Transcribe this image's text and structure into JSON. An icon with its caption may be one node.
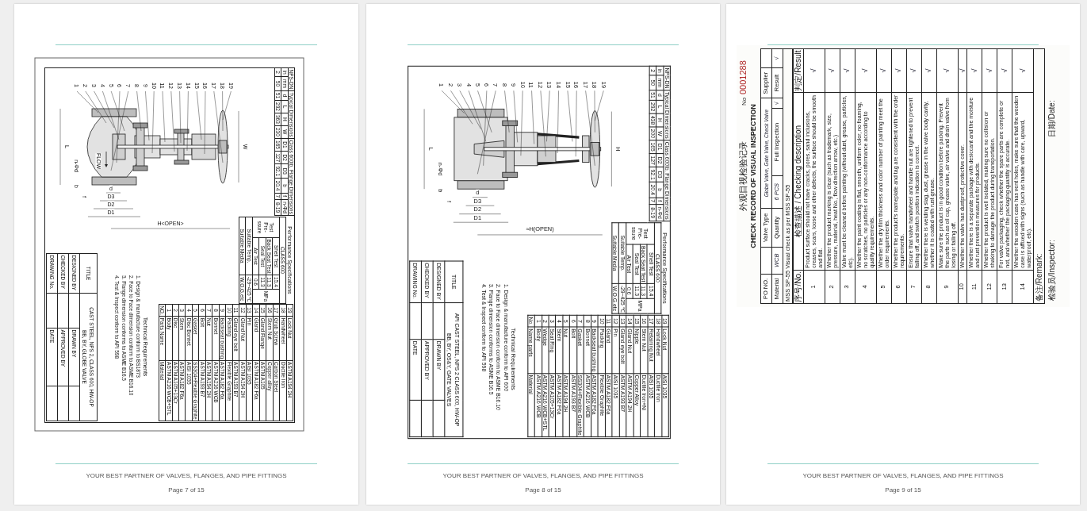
{
  "diagram": {
    "nodes": [
      {
        "text": [
          "1"
        ]
      },
      {
        "text": [
          "2"
        ]
      },
      {
        "text": [
          "3"
        ]
      },
      {
        "text": [
          "4"
        ]
      },
      {
        "text": [
          "5"
        ]
      },
      {
        "text": [
          "6"
        ]
      },
      {
        "text": [
          "7"
        ]
      },
      {
        "text": [
          "8"
        ]
      },
      {
        "text": [
          "9"
        ]
      },
      {
        "text": [
          "10"
        ]
      },
      {
        "text": [
          "11"
        ]
      },
      {
        "text": [
          "12"
        ]
      },
      {
        "text": [
          "13"
        ]
      },
      {
        "text": [
          "14"
        ]
      },
      {
        "text": [
          "15"
        ]
      },
      {
        "text": [
          "16"
        ]
      },
      {
        "text": [
          "17"
        ]
      },
      {
        "text": [
          "18"
        ]
      },
      {
        "text": [
          "19"
        ]
      },
      {
        "text": [
          "1"
        ]
      },
      {
        "text": [
          "2"
        ]
      },
      {
        "text": [
          "3"
        ]
      },
      {
        "text": [
          "4"
        ]
      },
      {
        "text": [
          "5"
        ]
      },
      {
        "text": [
          "6"
        ]
      },
      {
        "text": [
          "7"
        ]
      },
      {
        "text": [
          "8"
        ]
      },
      {
        "text": [
          "9"
        ]
      },
      {
        "text": [
          "10"
        ]
      },
      {
        "text": [
          "11"
        ]
      },
      {
        "text": [
          "12"
        ]
      },
      {
        "text": [
          "13"
        ]
      },
      {
        "text": [
          "14"
        ]
      },
      {
        "text": [
          "15"
        ]
      },
      {
        "text": [
          "16"
        ]
      },
      {
        "text": [
          "17"
        ]
      },
      {
        "text": [
          "18"
        ]
      },
      {
        "text": [
          "19"
        ]
      }
    ],
    "edges": [
      {
        "from": 0,
        "to": null,
        "arrow": "none"
      },
      {
        "from": 1,
        "to": null,
        "arrow": "none"
      },
      {
        "from": 2,
        "to": null,
        "arrow": "none"
      },
      {
        "from": 3,
        "to": null,
        "arrow": "none"
      },
      {
        "from": 4,
        "to": null,
        "arrow": "none"
      },
      {
        "from": 5,
        "to": null,
        "arrow": "none"
      },
      {
        "from": 6,
        "to": null,
        "arrow": "none"
      },
      {
        "from": 7,
        "to": null,
        "arrow": "none"
      },
      {
        "from": 8,
        "to": null,
        "arrow": "none"
      },
      {
        "from": 9,
        "to": null,
        "arrow": "none"
      },
      {
        "from": 10,
        "to": null,
        "arrow": "none"
      },
      {
        "from": 11,
        "to": null,
        "arrow": "none"
      },
      {
        "from": 12,
        "to": null,
        "arrow": "none"
      },
      {
        "from": 13,
        "to": null,
        "arrow": "none"
      },
      {
        "from": 14,
        "to": null,
        "arrow": "none"
      },
      {
        "from": 15,
        "to": null,
        "arrow": "none"
      },
      {
        "from": 16,
        "to": null,
        "arrow": "none"
      },
      {
        "from": 17,
        "to": null,
        "arrow": "none"
      },
      {
        "from": 18,
        "to": null,
        "arrow": "none"
      },
      {
        "from": 19,
        "to": null,
        "arrow": "none"
      },
      {
        "from": 20,
        "to": null,
        "arrow": "none"
      },
      {
        "from": 21,
        "to": null,
        "arrow": "none"
      },
      {
        "from": 22,
        "to": null,
        "arrow": "none"
      },
      {
        "from": 23,
        "to": null,
        "arrow": "none"
      },
      {
        "from": 24,
        "to": null,
        "arrow": "none"
      },
      {
        "from": 25,
        "to": null,
        "arrow": "none"
      },
      {
        "from": 26,
        "to": null,
        "arrow": "none"
      },
      {
        "from": 27,
        "to": null,
        "arrow": "none"
      },
      {
        "from": 28,
        "to": null,
        "arrow": "none"
      },
      {
        "from": 29,
        "to": null,
        "arrow": "none"
      },
      {
        "from": 30,
        "to": null,
        "arrow": "none"
      },
      {
        "from": 31,
        "to": null,
        "arrow": "none"
      },
      {
        "from": 32,
        "to": null,
        "arrow": "none"
      },
      {
        "from": 33,
        "to": null,
        "arrow": "none"
      },
      {
        "from": 34,
        "to": null,
        "arrow": "none"
      },
      {
        "from": 35,
        "to": null,
        "arrow": "none"
      },
      {
        "from": 36,
        "to": null,
        "arrow": "none"
      },
      {
        "from": 37,
        "to": null,
        "arrow": "none"
      }
    ],
    "labels": [
      "NPS-DN",
      "Typical Dimensions",
      "Class 600lb. Flange Dimensions",
      "in",
      "mm",
      "d",
      "L",
      "H",
      "W",
      "D1",
      "D2",
      "D3",
      "b",
      "f",
      "n-Φd",
      "2",
      "50",
      "51",
      "292",
      "363",
      "230",
      "165",
      "127",
      "92.1",
      "20.4",
      "7",
      "8-19",
      "FLOW",
      "L",
      "W",
      "H<OPEN>",
      "D1",
      "D2",
      "D3",
      "d",
      "b",
      "f",
      "n-Φd",
      "Performance Specifications",
      "CLASS 600",
      "Test Pre-ssure",
      "Shell Test",
      "15.4",
      "MPa",
      "Back Seat Test",
      "11.3",
      "Seal Test",
      "11.3",
      "Air Test",
      "0.6",
      "Suitable Temp.",
      "-29~425 ℃",
      "Suitable Media",
      "W.O.G.etc",
      "Technical Requirements",
      "1. Design & manufacture conform to BS1873",
      "2. Face to Face dimension conform to ASME B16.10",
      "3. Flange dimension conforms to ASME B16.5",
      "4. Test & Inspect conform to API 598",
      "19",
      "Lock Nut",
      "ASTM A194 2H",
      "18",
      "Handwheel",
      "Ductile Iron",
      "17",
      "Grub Screw",
      "Carbon Steel",
      "16",
      "Stem Nut",
      "Copper alloy",
      "15",
      "Gland Flange",
      "ASTM A105",
      "14",
      "Gland",
      "ASTM A182 F6a",
      "13",
      "Pin",
      "AISI 1035",
      "12",
      "Gland Nut",
      "ASTM A194 2H",
      "11",
      "Gland eye bolt",
      "ASTM A193 B7",
      "10",
      "Packing",
      "Flexible Graphite",
      "9",
      "Backseat bushing",
      "ASTM A182 F6a",
      "8",
      "Bonnet",
      "ASTM A216 WCB",
      "7",
      "Nut",
      "ASTM A194 2H",
      "6",
      "Bolt",
      "ASTM A193 B7",
      "5",
      "Gasket",
      "SS304+Flexible Graphite",
      "4",
      "Disc Bonnet",
      "AISI 1035",
      "3",
      "Stem",
      "ASTM A182 F6a",
      "2",
      "Disc",
      "ASTM A105+13Cr",
      "1",
      "Body",
      "ASTM A216 WCB+STL",
      "NO.",
      "Parts Name",
      "Material",
      "TITLE",
      "CAST STEEL, NPS 2, CLASS 600, HW-OP",
      "BB, BY, GLOBE VALVE",
      "DESIGNED BY",
      "DRAWN BY",
      "CHECKED BY",
      "APPROVED BY",
      "DRAWING No.",
      "DATE",
      "YOUR BEST PARTNER OF VALVES, FLANGES, AND PIPE FITTINGS",
      "Page 7 of 15",
      "NPS-DN",
      "Typical Dimensions",
      "Class 600lb. Flange Dimensions",
      "in",
      "mm",
      "d",
      "L",
      "H",
      "W",
      "D1",
      "D2",
      "D3",
      "b",
      "f",
      "n-Φd",
      "2",
      "50",
      "51",
      "292",
      "438",
      "200",
      "165",
      "127",
      "92.1",
      "20.4",
      "7",
      "8-19",
      "L",
      "H",
      "≈H(OPEN)",
      "D1",
      "D2",
      "D3",
      "d",
      "b",
      "f",
      "n-Φd",
      "Performance Specifications",
      "CLASS 600",
      "Test Pre-ssure",
      "Shell Test",
      "15.4",
      "MPa",
      "Back Seat Test",
      "11.3",
      "Seal Test",
      "11.3",
      "Air Test",
      "0.6",
      "Suitable Temp.",
      "-29~425 ℃",
      "Suitable Media",
      "W.O.G.etc",
      "Technical Requirements",
      "1. Design & manufacture conform to API 600",
      "2. Face to Face dimension conform to ASME B16.10",
      "3. Flange dimension conforms to ASME B16.5",
      "4. Test & Inspect conform to API 598",
      "19",
      "Lock Nut",
      "AISI 1035",
      "18",
      "Handwheel",
      "Ductile Iron",
      "17",
      "Retaining Nut",
      "AISI 1035",
      "16",
      "Stem Nut",
      "Ductile Iron+Ni",
      "15",
      "Nipple",
      "Copper Alloy",
      "14",
      "Gland Nut",
      "ASTM A194 2H",
      "13",
      "Gland eye bolt",
      "ASTM A193 B7",
      "12",
      "Pin",
      "AISI 1035",
      "11",
      "Gland",
      "ASTM A182 F6a",
      "10",
      "Packing",
      "Flexible Graphite",
      "9",
      "Backseat bushing",
      "ASTM A182 F6a",
      "8",
      "Bonnet",
      "ASTM A216 WCB",
      "7",
      "Gasket",
      "SS304+Flexible Graphite",
      "6",
      "Bolt",
      "ASTM A193 B7",
      "5",
      "Nut",
      "ASTM A194 2H",
      "4",
      "Stem",
      "ASTM A182 F6a",
      "3",
      "Seat Ring",
      "ASTM A105+13Cr",
      "2",
      "Wedge",
      "ASTM A216 WCB+STL",
      "1",
      "Body",
      "ASTM A216 WCB",
      "No.",
      "Name parts",
      "Material",
      "TITLE",
      "API CAST STEEL, NPS 2 CLASS 600, HW-OP",
      "BB, BY, OS&Y, GATE VALVES",
      "DESIGNED BY",
      "DRAWN BY",
      "CHECKED BY",
      "APPROVED BY",
      "DRAWING No.",
      "DATE",
      "YOUR BEST PARTNER OF VALVES, FLANGES, AND PIPE FITTINGS",
      "Page 8 of 15",
      "外观目视检验记录",
      "CHECK RECORD OF VISUAL INSPECTION",
      "No",
      "0001288",
      "PO NO.",
      "Valve Type",
      "Globe Valve, Gate Valve, Check Valve",
      "Supplier",
      "Material",
      "WCB",
      "Quantity",
      "6 PCS",
      "Full Inspection",
      "√",
      "Result",
      "√",
      "MSS SP-55 Visual check as per MSS SP-55",
      "序号/No.",
      "检查描述 / Checking description",
      "判定/Result",
      "1",
      "Product surface should not have cracks, pores, sand inclusions, creases, scars, loose and other defects, the surface should be smooth and flat.",
      "√",
      "2",
      "Whether the product marking is clear (such as trademark, size, pressure, material, heat No., flow direction arrow, etc.)",
      "√",
      "3",
      "Valve must be cleaned before painting (without dust, grease, particles, etc).",
      "√",
      "4",
      "Whether the paint coating is flat, smooth, uniform color, no foaming, no scratches, no particles or any non-conformance according to quality requirements.",
      "√",
      "5",
      "Whether the dry film thickness and color number of painting meet the order requirements.",
      "√",
      "6",
      "Whether the product's nameplate and tag are consistent with the order requirements.",
      "√",
      "7",
      "Ensure that valve handwheel and handle nut are tightened to prevent falling off, and switch position indication is correct.",
      "√",
      "8",
      "Whether there is welding slag, dust, grease in the valve body cavity, whether it is coated with rust grease.",
      "√",
      "9",
      "Make sure the product is in good condition before packing. Prevent the parts such as oil cup, grease valve, air valve and drain valve from losing or falling off.",
      "√",
      "10",
      "Whether the valve has dustproof, protective cover.",
      "√",
      "11",
      "Whether there is a separate package with desiccant and the moisture and rust prevention measures for products.",
      "√",
      "12",
      "Whether the product is well isolated, making sure no collision or shaking to damage the product during transportation.",
      "√",
      "13",
      "For valve packaging, check whether the spare parts are complete or not, and whether the packaging quantity is accurate.",
      "√",
      "14",
      "Whether the wooden case has vent holes, make sure that the wooden case is affixed with signs (such as handle with care, upward, waterproof, etc).",
      "√",
      "备注/Remark:",
      "检验员/Inspector:",
      "日期/Date:",
      "YOUR BEST PARTNER OF VALVES, FLANGES, AND PIPE FITTINGS",
      "Page 9 of 15"
    ]
  }
}
